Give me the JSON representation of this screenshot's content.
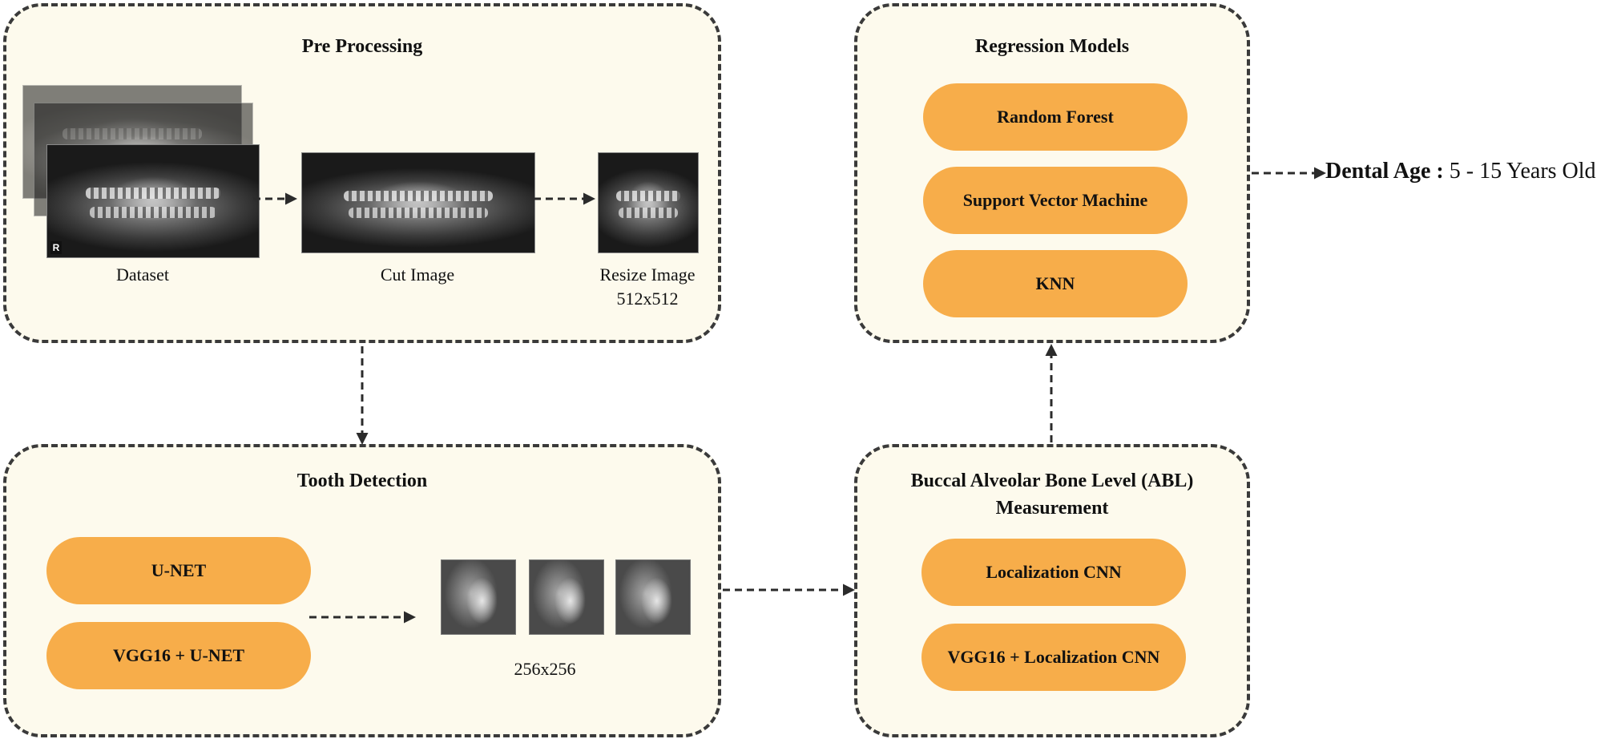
{
  "preprocessing": {
    "title": "Pre Processing",
    "dataset_label": "Dataset",
    "cut_label": "Cut Image",
    "resize_label": "Resize Image",
    "resize_size": "512x512"
  },
  "regression": {
    "title": "Regression Models",
    "models": [
      "Random Forest",
      "Support Vector Machine",
      "KNN"
    ]
  },
  "output": {
    "label": "Dental Age :",
    "value": "5 - 15 Years Old"
  },
  "tooth_detection": {
    "title": "Tooth Detection",
    "models": [
      "U-NET",
      "VGG16 + U-NET"
    ],
    "crop_size": "256x256"
  },
  "abl": {
    "title_line1": "Buccal Alveolar Bone Level (ABL)",
    "title_line2": "Measurement",
    "models": [
      "Localization CNN",
      "VGG16 + Localization CNN"
    ]
  },
  "colors": {
    "panel_fill": "#fdfaed",
    "pill_fill": "#f7ad4a",
    "border": "#3a3a3a"
  }
}
